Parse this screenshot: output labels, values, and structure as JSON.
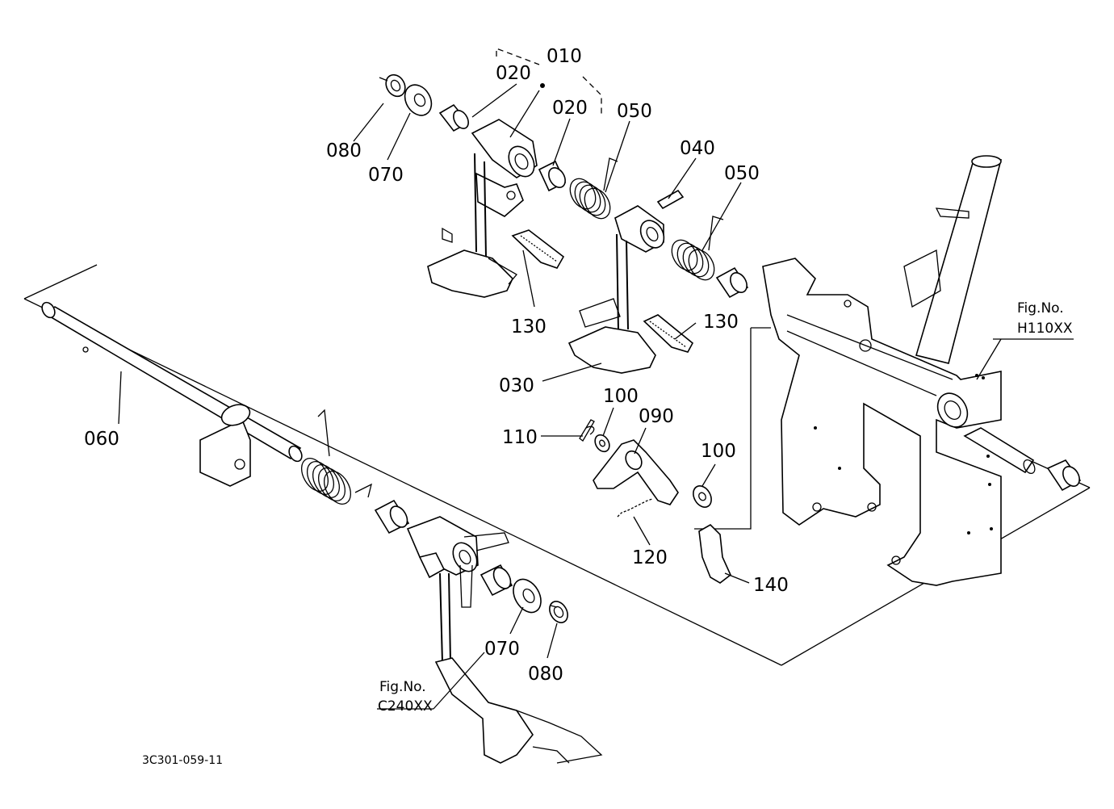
{
  "drawing_code": "3C301-059-11",
  "parts": [
    {
      "id": "p010",
      "label": "010"
    },
    {
      "id": "p020a",
      "label": "020"
    },
    {
      "id": "p020b",
      "label": "020"
    },
    {
      "id": "p050a",
      "label": "050"
    },
    {
      "id": "p040",
      "label": "040"
    },
    {
      "id": "p050b",
      "label": "050"
    },
    {
      "id": "p080a",
      "label": "080"
    },
    {
      "id": "p070a",
      "label": "070"
    },
    {
      "id": "p130a",
      "label": "130"
    },
    {
      "id": "p130b",
      "label": "130"
    },
    {
      "id": "p030",
      "label": "030"
    },
    {
      "id": "p060",
      "label": "060"
    },
    {
      "id": "p100a",
      "label": "100"
    },
    {
      "id": "p090",
      "label": "090"
    },
    {
      "id": "p110",
      "label": "110"
    },
    {
      "id": "p100b",
      "label": "100"
    },
    {
      "id": "p120",
      "label": "120"
    },
    {
      "id": "p140",
      "label": "140"
    },
    {
      "id": "p070b",
      "label": "070"
    },
    {
      "id": "p080b",
      "label": "080"
    }
  ],
  "references": {
    "right": {
      "line1": "Fig.No.",
      "line2": "H110XX"
    },
    "left": {
      "line1": "Fig.No.",
      "line2": "C240XX"
    }
  }
}
